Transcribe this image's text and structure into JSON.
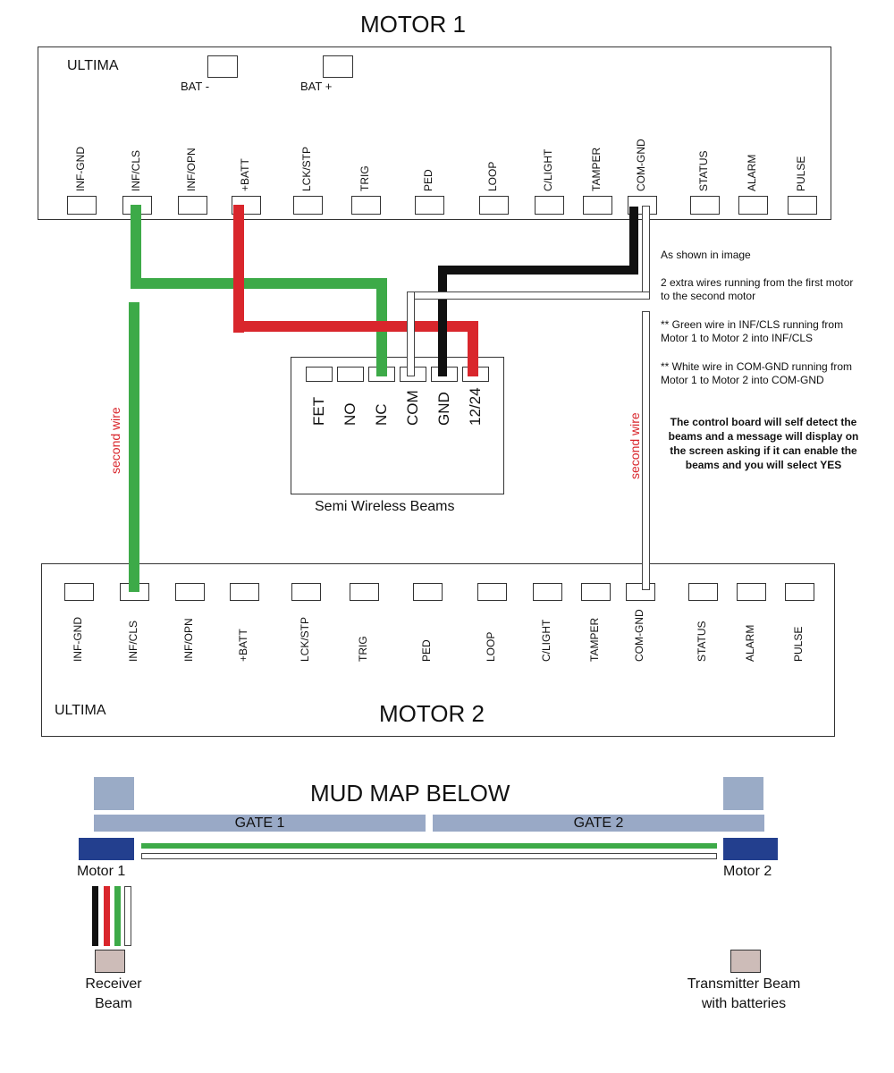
{
  "motor1": {
    "title": "MOTOR 1",
    "brand": "ULTIMA",
    "bat_neg": "BAT   -",
    "bat_pos": "BAT   +",
    "terminals": [
      "INF-GND",
      "INF/CLS",
      "INF/OPN",
      "+BATT",
      "LCK/STP",
      "TRIG",
      "PED",
      "LOOP",
      "C/LIGHT",
      "TAMPER",
      "COM-GND",
      "STATUS",
      "ALARM",
      "PULSE"
    ]
  },
  "motor2": {
    "title": "MOTOR 2",
    "brand": "ULTIMA",
    "terminals": [
      "INF-GND",
      "INF/CLS",
      "INF/OPN",
      "+BATT",
      "LCK/STP",
      "TRIG",
      "PED",
      "LOOP",
      "C/LIGHT",
      "TAMPER",
      "COM-GND",
      "STATUS",
      "ALARM",
      "PULSE"
    ]
  },
  "beams": {
    "title": "Semi Wireless Beams",
    "terminals": [
      "FET",
      "NO",
      "NC",
      "COM",
      "GND",
      "12/24"
    ]
  },
  "wire_labels": {
    "left": "second wire",
    "right": "second wire"
  },
  "notes": {
    "n1": "As shown in image",
    "n2": "2 extra wires running from the first motor to the second motor",
    "n3": "** Green wire in INF/CLS running from Motor 1 to Motor 2 into INF/CLS",
    "n4": "** White wire in COM-GND running from Motor 1 to Motor 2  into COM-GND",
    "n5": "The control board will self detect the beams and a message will display on the screen asking if it can enable the beams and you will select YES"
  },
  "mud_map": {
    "title": "MUD MAP BELOW",
    "gate1": "GATE 1",
    "gate2": "GATE 2",
    "motor1": "Motor 1",
    "motor2": "Motor 2",
    "receiver": "Receiver\nBeam",
    "transmitter": "Transmitter Beam\nwith batteries"
  },
  "colors": {
    "green_wire": "#3daa48",
    "red_wire": "#d9262c",
    "black_wire": "#111111",
    "white_wire": "#ffffff",
    "gate": "#99a9c6",
    "motor_block": "#233f8e",
    "beam_box": "#cdbcb8"
  }
}
